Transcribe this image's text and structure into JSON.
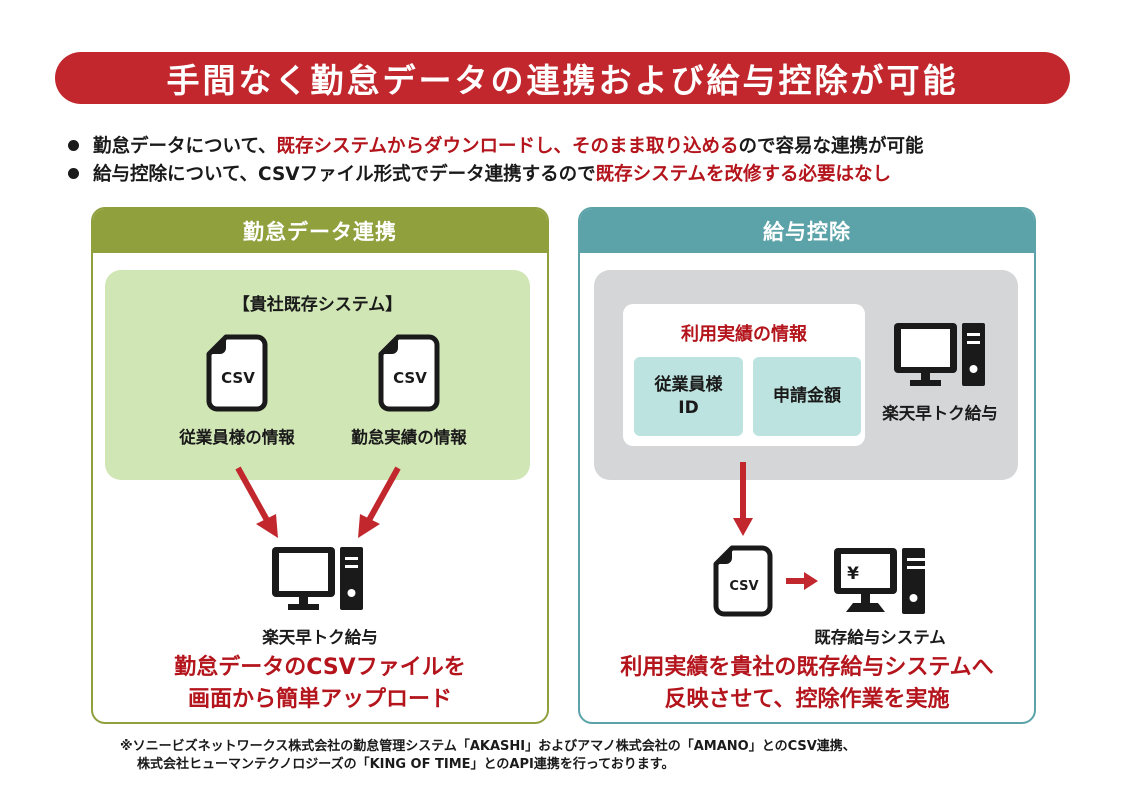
{
  "title": "手間なく勤怠データの連携および給与控除が可能",
  "bullets": [
    {
      "parts": [
        {
          "text": "勤怠データについて、",
          "highlight": false
        },
        {
          "text": "既存システムからダウンロードし、そのまま取り込める",
          "highlight": true
        },
        {
          "text": "ので容易な連携が可能",
          "highlight": false
        }
      ]
    },
    {
      "parts": [
        {
          "text": "給与控除について、CSVファイル形式でデータ連携するので",
          "highlight": false
        },
        {
          "text": "既存システムを改修する必要はなし",
          "highlight": true
        }
      ]
    }
  ],
  "left_panel": {
    "header": "勤怠データ連携",
    "source_box_title": "【貴社既存システム】",
    "files": [
      {
        "icon": "csv-file-icon",
        "file_label": "CSV",
        "caption": "従業員様の情報"
      },
      {
        "icon": "csv-file-icon",
        "file_label": "CSV",
        "caption": "勤怠実績の情報"
      }
    ],
    "destination": {
      "icon": "desktop-computer-icon",
      "caption": "楽天早トク給与"
    },
    "summary_line1": "勤怠データのCSVファイルを",
    "summary_line2": "画面から簡単アップロード"
  },
  "right_panel": {
    "header": "給与控除",
    "info_box_title": "利用実績の情報",
    "fields": [
      {
        "line1": "従業員様",
        "line2": "ID"
      },
      {
        "line1": "申請金額",
        "line2": ""
      }
    ],
    "source_system": {
      "icon": "desktop-computer-icon",
      "caption": "楽天早トク給与"
    },
    "export_file": {
      "icon": "csv-file-icon",
      "file_label": "CSV"
    },
    "target_system": {
      "icon": "yen-computer-icon",
      "screen_symbol": "¥",
      "caption": "既存給与システム"
    },
    "summary_line1": "利用実績を貴社の既存給与システムへ",
    "summary_line2": "反映させて、控除作業を実施"
  },
  "footnote_line1": "※ソニービズネットワークス株式会社の勤怠管理システム「AKASHI」およびアマノ株式会社の「AMANO」とのCSV連携、",
  "footnote_line2": "株式会社ヒューマンテクノロジーズの「KING OF TIME」とのAPI連携を行っております。",
  "colors": {
    "banner_red": "#c1272d",
    "highlight_red": "#b4151c",
    "left_accent_olive": "#8fa03d",
    "left_inner_green": "#d1e6b5",
    "right_accent_teal": "#5ba3a8",
    "right_inner_gray": "#d5d6d8",
    "field_teal": "#bce3df",
    "arrow_red": "#c1272d"
  }
}
